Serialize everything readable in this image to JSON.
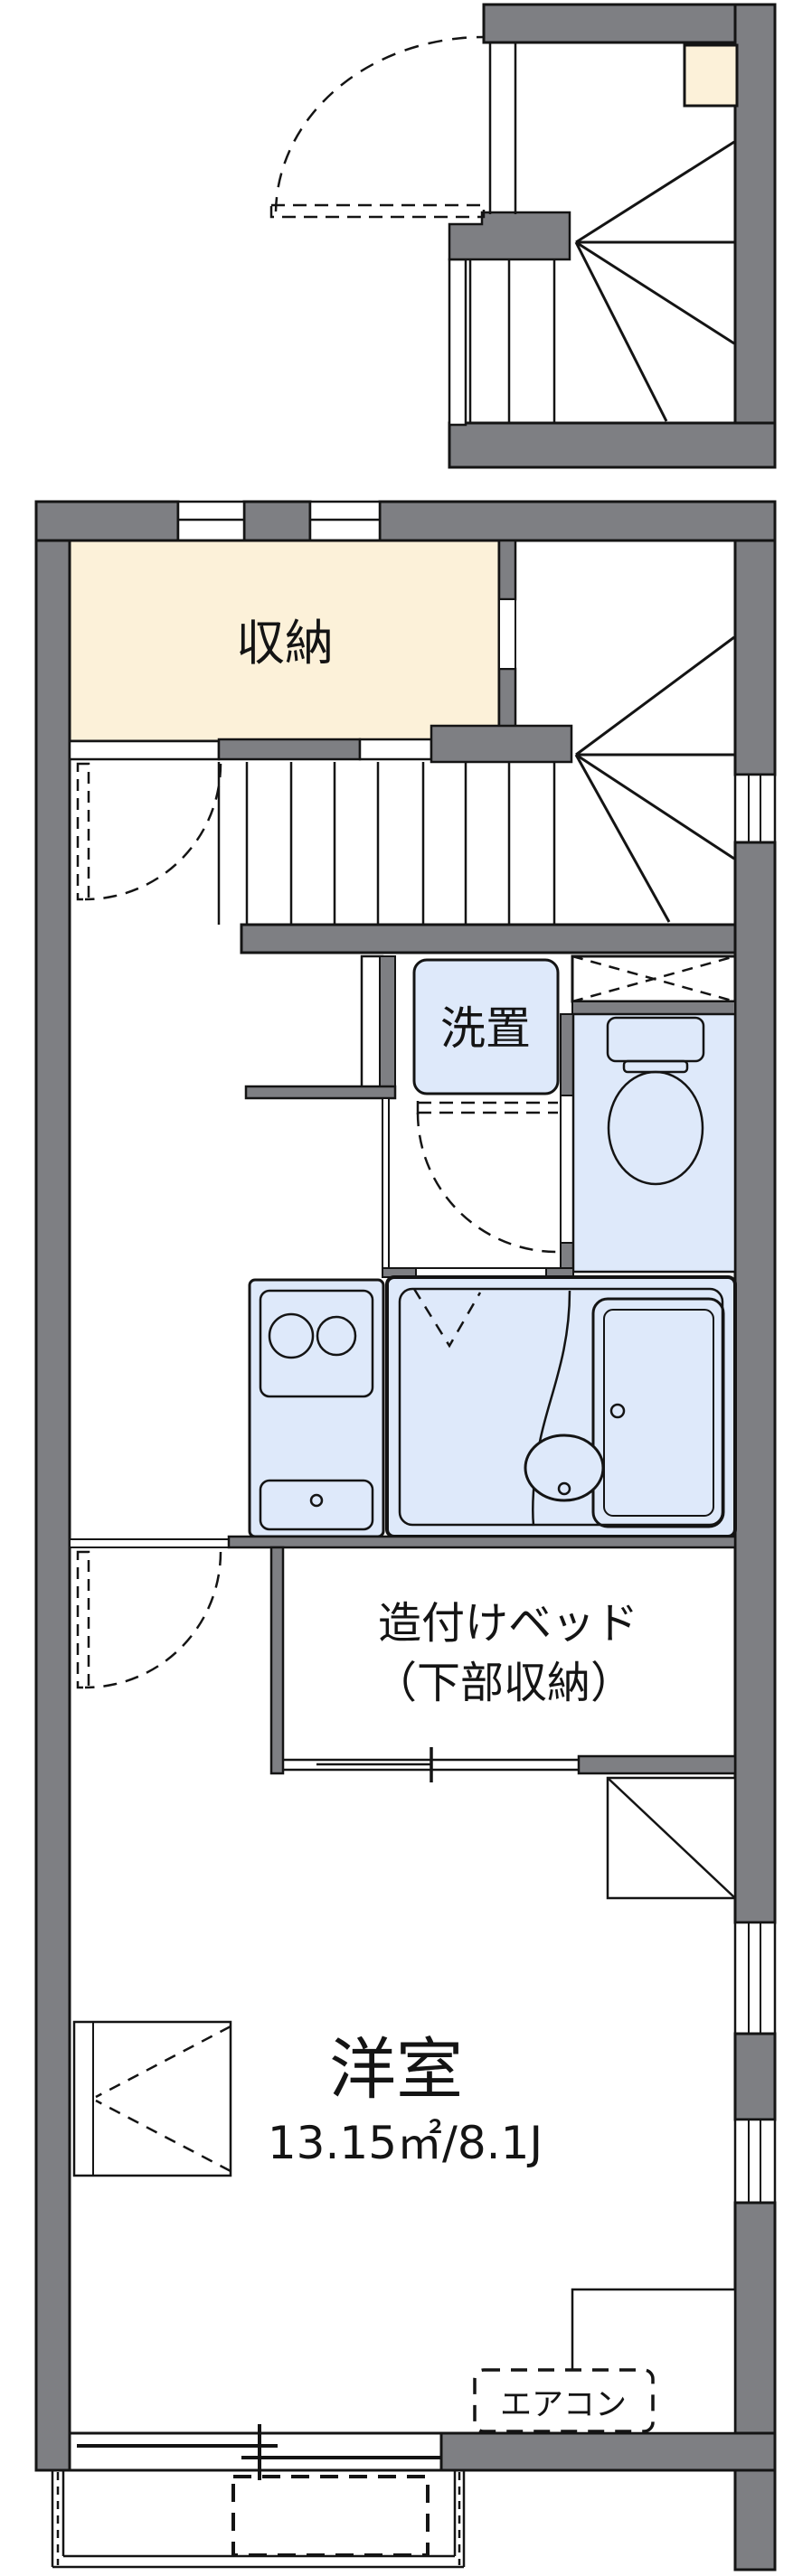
{
  "floorplan": {
    "storage_label": "収納",
    "laundry_label": "洗置",
    "bed_label_line1": "造付けベッド",
    "bed_label_line2": "（下部収納）",
    "room_label": "洋室",
    "room_area": "13.15㎡/8.1J",
    "aircon_label": "エアコン"
  },
  "colors": {
    "wall": "#7E7F83",
    "cream": "#FCF1D9",
    "fixture": "#DEE9FA",
    "line": "#141414",
    "bg": "#FFFFFF"
  }
}
